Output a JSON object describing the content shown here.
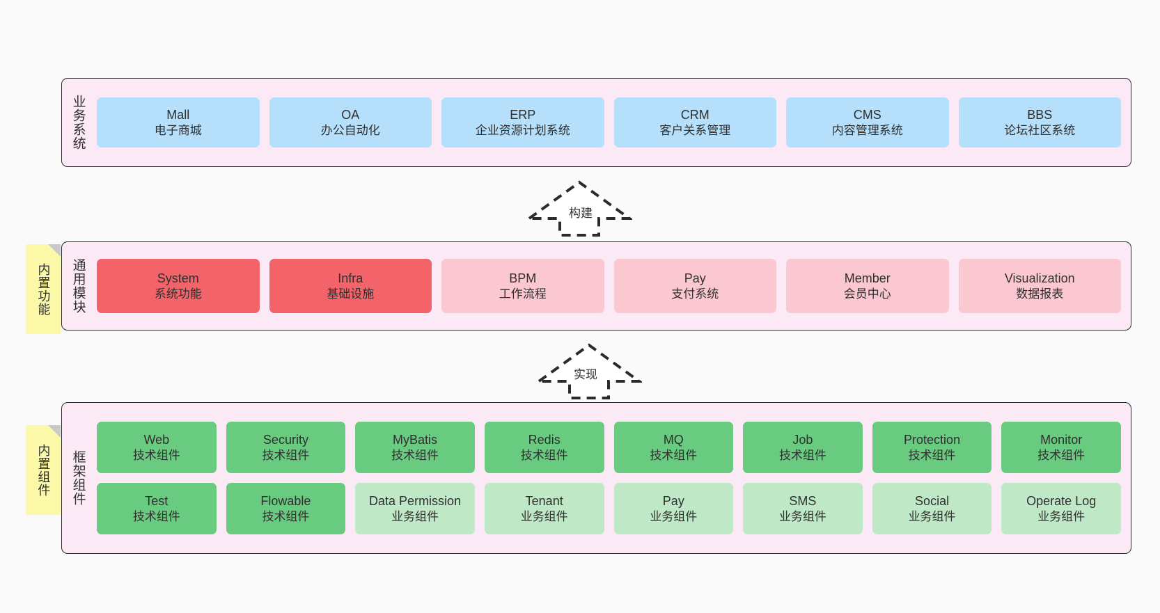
{
  "diagram": {
    "background": "#fafafa",
    "layers": [
      {
        "id": "business",
        "title": "业务系统",
        "rows": [
          [
            {
              "en": "Mall",
              "cn": "电子商城",
              "color": "#b5dffb"
            },
            {
              "en": "OA",
              "cn": "办公自动化",
              "color": "#b5dffb"
            },
            {
              "en": "ERP",
              "cn": "企业资源计划系统",
              "color": "#b5dffb"
            },
            {
              "en": "CRM",
              "cn": "客户关系管理",
              "color": "#b5dffb"
            },
            {
              "en": "CMS",
              "cn": "内容管理系统",
              "color": "#b5dffb"
            },
            {
              "en": "BBS",
              "cn": "论坛社区系统",
              "color": "#b5dffb"
            }
          ]
        ]
      },
      {
        "id": "modules",
        "title": "通用模块",
        "note": "内置功能",
        "rows": [
          [
            {
              "en": "System",
              "cn": "系统功能",
              "color": "#f2646a"
            },
            {
              "en": "Infra",
              "cn": "基础设施",
              "color": "#f2646a"
            },
            {
              "en": "BPM",
              "cn": "工作流程",
              "color": "#fbc7d0"
            },
            {
              "en": "Pay",
              "cn": "支付系统",
              "color": "#fbc7d0"
            },
            {
              "en": "Member",
              "cn": "会员中心",
              "color": "#fbc7d0"
            },
            {
              "en": "Visualization",
              "cn": "数据报表",
              "color": "#fbc7d0"
            }
          ]
        ]
      },
      {
        "id": "framework",
        "title": "框架组件",
        "note": "内置组件",
        "rows": [
          [
            {
              "en": "Web",
              "cn": "技术组件",
              "color": "#68cb7f"
            },
            {
              "en": "Security",
              "cn": "技术组件",
              "color": "#68cb7f"
            },
            {
              "en": "MyBatis",
              "cn": "技术组件",
              "color": "#68cb7f"
            },
            {
              "en": "Redis",
              "cn": "技术组件",
              "color": "#68cb7f"
            },
            {
              "en": "MQ",
              "cn": "技术组件",
              "color": "#68cb7f"
            },
            {
              "en": "Job",
              "cn": "技术组件",
              "color": "#68cb7f"
            },
            {
              "en": "Protection",
              "cn": "技术组件",
              "color": "#68cb7f"
            },
            {
              "en": "Monitor",
              "cn": "技术组件",
              "color": "#68cb7f"
            }
          ],
          [
            {
              "en": "Test",
              "cn": "技术组件",
              "color": "#68cb7f"
            },
            {
              "en": "Flowable",
              "cn": "技术组件",
              "color": "#68cb7f"
            },
            {
              "en": "Data Permission",
              "cn": "业务组件",
              "color": "#bfe8c6"
            },
            {
              "en": "Tenant",
              "cn": "业务组件",
              "color": "#bfe8c6"
            },
            {
              "en": "Pay",
              "cn": "业务组件",
              "color": "#bfe8c6"
            },
            {
              "en": "SMS",
              "cn": "业务组件",
              "color": "#bfe8c6"
            },
            {
              "en": "Social",
              "cn": "业务组件",
              "color": "#bfe8c6"
            },
            {
              "en": "Operate Log",
              "cn": "业务组件",
              "color": "#bfe8c6"
            }
          ]
        ]
      }
    ],
    "arrows": [
      {
        "id": "build",
        "label": "构建",
        "direction": "up",
        "style": "dashed-hollow"
      },
      {
        "id": "implement",
        "label": "实现",
        "direction": "up",
        "style": "dashed-hollow"
      }
    ]
  }
}
